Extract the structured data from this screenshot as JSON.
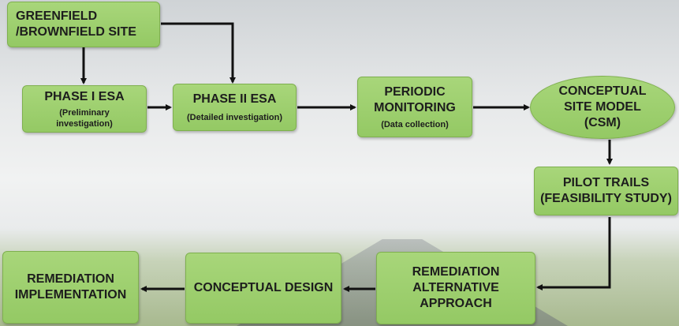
{
  "nodes": {
    "site": {
      "title": "GREENFIELD\n/BROWNFIELD SITE"
    },
    "phase1": {
      "title": "PHASE I ESA",
      "subtitle": "(Preliminary\ninvestigation)"
    },
    "phase2": {
      "title": "PHASE II ESA",
      "subtitle": "(Detailed investigation)"
    },
    "monitoring": {
      "title": "PERIODIC\nMONITORING",
      "subtitle": "(Data collection)"
    },
    "csm": {
      "title": "CONCEPTUAL\nSITE MODEL\n(CSM)"
    },
    "pilot": {
      "title": "PILOT TRAILS\n(FEASIBILITY STUDY)"
    },
    "alternative": {
      "title": "REMEDIATION\nALTERNATIVE\nAPPROACH"
    },
    "design": {
      "title": "CONCEPTUAL DESIGN"
    },
    "implementation": {
      "title": "REMEDIATION\nIMPLEMENTATION"
    }
  },
  "colors": {
    "box_fill": "#9ccf6c",
    "box_border": "#7fb04f",
    "arrow": "#111111"
  }
}
